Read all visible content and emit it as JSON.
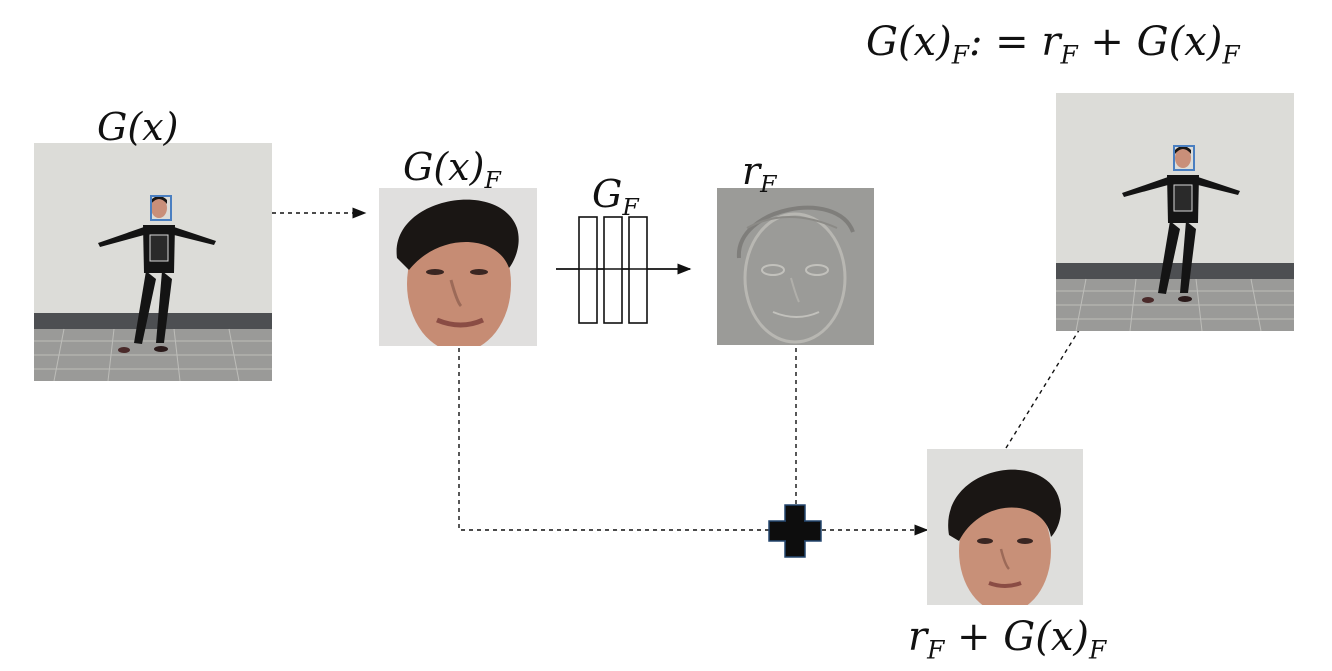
{
  "labels": {
    "gx": {
      "base": "G(x)"
    },
    "gx_face": {
      "base": "G(x)",
      "sub": "F"
    },
    "gen": {
      "base": "G",
      "sub": "F"
    },
    "residual": {
      "base": "r",
      "sub": "F"
    },
    "sum": {
      "r": "r",
      "r_sub": "F",
      "plus": " + G(x)",
      "g_sub": "F"
    },
    "update": {
      "left": "G(x)",
      "left_sub": "F",
      "assign": ": = r",
      "r_sub": "F",
      "plus": " + G(x)",
      "g_sub": "F"
    }
  },
  "colors": {
    "box": "#4a7fc1",
    "wall": "#dcdcd8",
    "ground": "#9a9a98",
    "skin": "#c98f79",
    "hair": "#1a1614",
    "residual_bg": "#9b9b98",
    "arrow": "#111111"
  },
  "icons": [
    "plus-icon",
    "arrow-head-icon",
    "network-block-icon"
  ]
}
